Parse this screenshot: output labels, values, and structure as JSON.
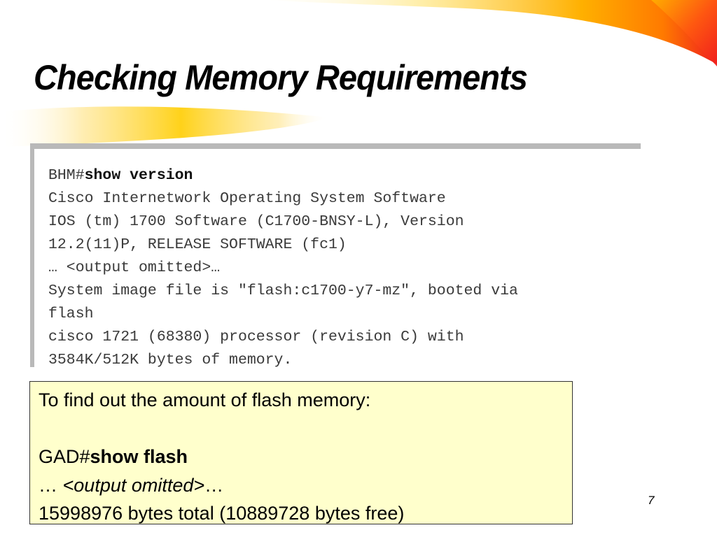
{
  "slide": {
    "title": "Checking Memory Requirements",
    "page_number": "7"
  },
  "terminal": {
    "prompt": "BHM#",
    "command": "show version",
    "lines": [
      "Cisco Internetwork Operating System Software",
      "IOS (tm) 1700 Software (C1700-BNSY-L), Version",
      "12.2(11)P, RELEASE SOFTWARE (fc1)",
      "… <output omitted>…",
      "System image file is \"flash:c1700-y7-mz\", booted via",
      "flash",
      "cisco 1721 (68380) processor (revision C) with",
      "3584K/512K bytes of memory."
    ]
  },
  "note": {
    "intro": "To find out the amount of flash memory:",
    "prompt": "GAD#",
    "command": "show flash",
    "ellipsis_before": "… ",
    "omitted": "<output omitted>",
    "ellipsis_after": "…",
    "result": "15998976 bytes total (10889728 bytes free)"
  },
  "colors": {
    "note_background": "#ffffcc",
    "terminal_border": "#b9b9b9",
    "swoosh_orange": "#ff9a00",
    "swoosh_red": "#f01e1e",
    "swoosh_yellow": "#ffd21a"
  }
}
